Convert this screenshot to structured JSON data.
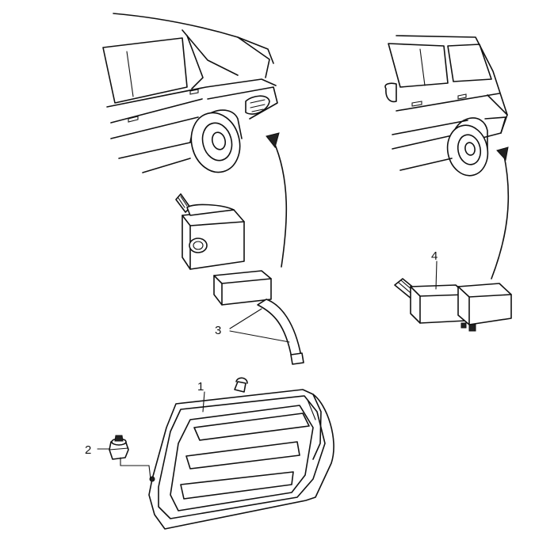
{
  "callouts": {
    "part1": "1",
    "part2": "2",
    "part3": "3",
    "part4": "4"
  }
}
